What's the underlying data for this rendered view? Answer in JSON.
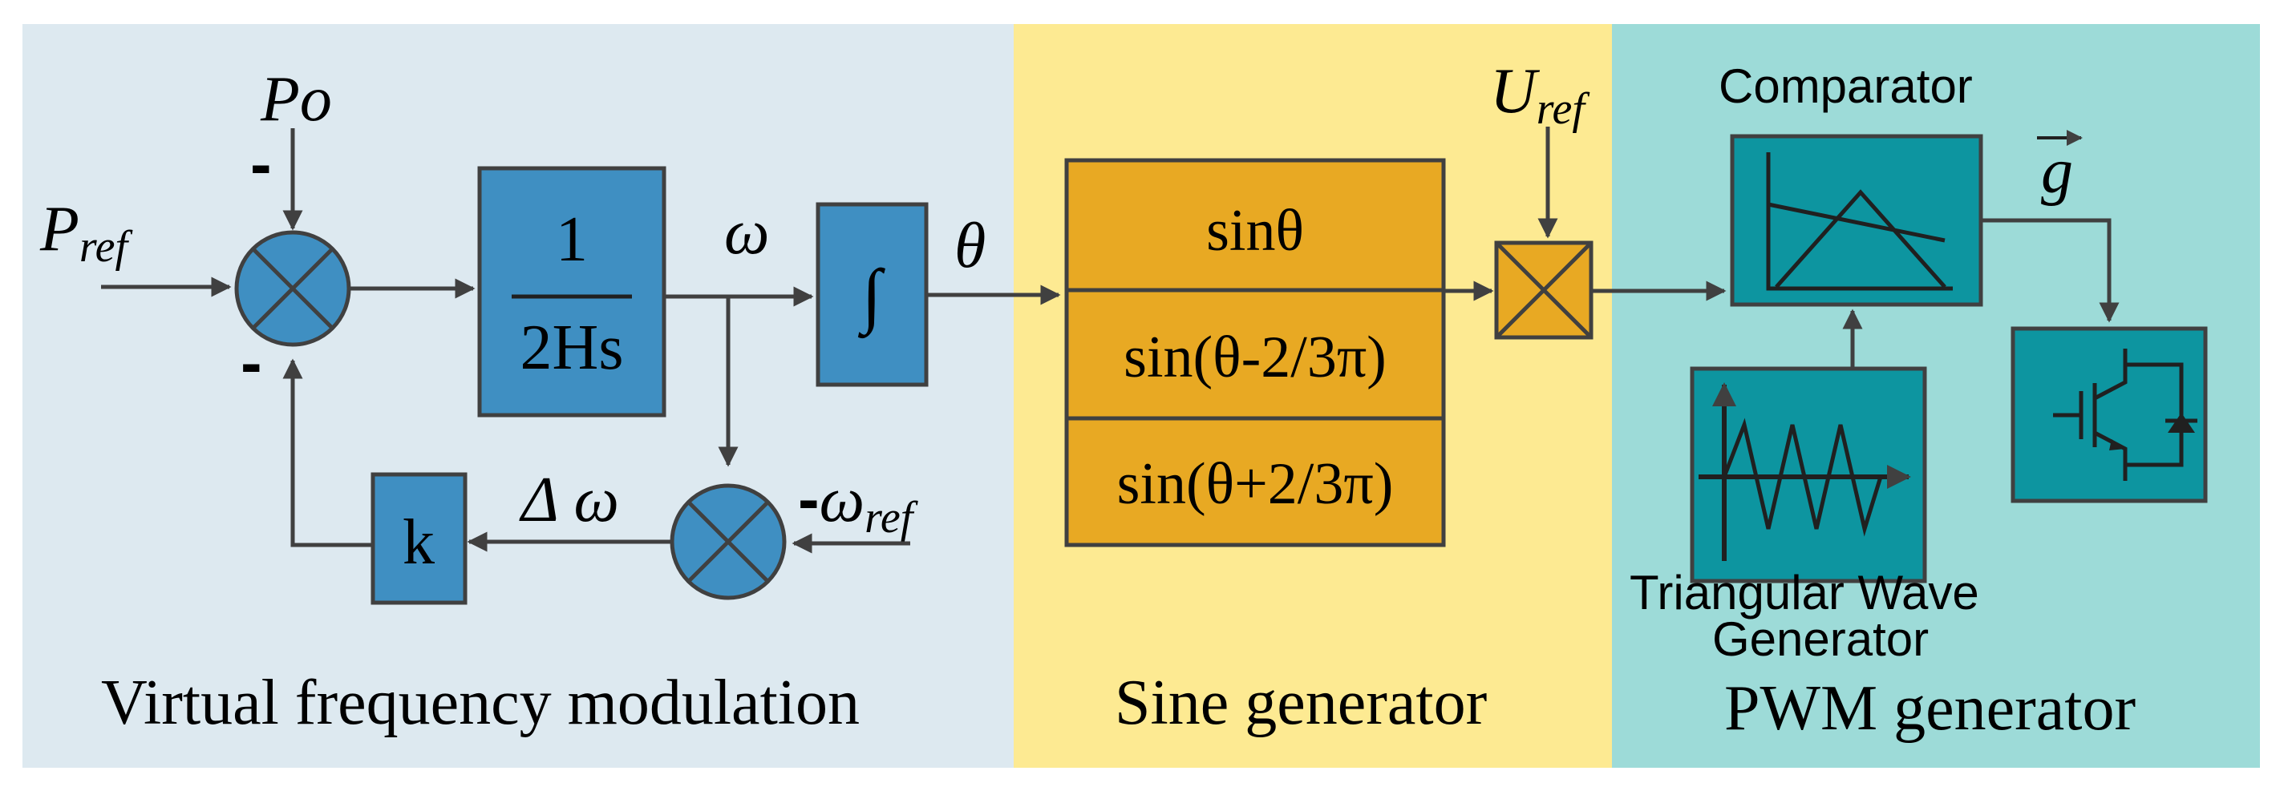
{
  "sections": {
    "vfm_label": "Virtual frequency modulation",
    "sine_label": "Sine generator",
    "pwm_label": "PWM generator"
  },
  "signals": {
    "p_ref_main": "P",
    "p_ref_sub": "ref",
    "p_o": "Po",
    "omega": "ω",
    "theta": "θ",
    "delta_omega": "Δ ω",
    "omega_ref_sign": "-",
    "omega_ref_main": "ω",
    "omega_ref_sub": "ref",
    "u_ref_main": "U",
    "u_ref_sub": "ref",
    "g_vector": "g",
    "minus_top": "-",
    "minus_bottom": "-"
  },
  "blocks": {
    "inertia_num": "1",
    "inertia_den": "2Hs",
    "integrator": "∫",
    "gain": "k",
    "sin_a": "sinθ",
    "sin_b": "sin(θ-2/3π)",
    "sin_c": "sin(θ+2/3π)",
    "comparator_label": "Comparator",
    "tri_label_1": "Triangular Wave",
    "tri_label_2": "Generator"
  },
  "colors": {
    "vfm_bg": "#dde9f0",
    "sine_bg": "#fdea92",
    "pwm_bg": "#9ddbd8",
    "blue_block": "#3f8fc2",
    "orange_block": "#e8a923",
    "teal_block": "#0d95a0",
    "line": "#404040"
  }
}
